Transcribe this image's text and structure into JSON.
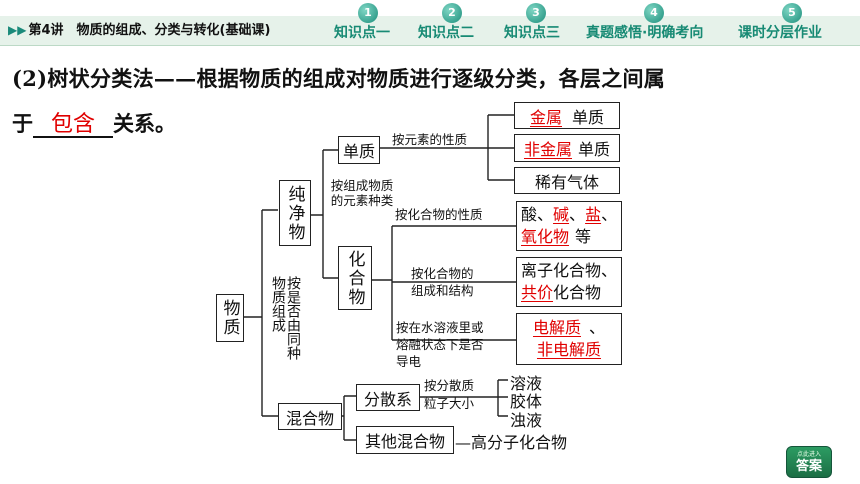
{
  "header": {
    "lesson_title": "第4讲　物质的组成、分类与转化(基础课)",
    "nav": [
      {
        "num": "1",
        "label": "知识点一"
      },
      {
        "num": "2",
        "label": "知识点二"
      },
      {
        "num": "3",
        "label": "知识点三"
      },
      {
        "num": "4",
        "label": "真题感悟·明确考向"
      },
      {
        "num": "5",
        "label": "课时分层作业"
      }
    ]
  },
  "intro": {
    "line1": "(2)树状分类法——根据物质的组成对物质进行逐级分类，各层之间属",
    "line2_prefix": "于",
    "line2_answer": "包含",
    "line2_suffix": "关系。"
  },
  "tree": {
    "root": "物质",
    "root_criterion": "按是否由同种物质组成",
    "pure": "纯净物",
    "pure_criterion": "按组成物质的元素种类",
    "element": "单质",
    "element_criterion": "按元素的性质",
    "metal": "金属",
    "metal_suffix": "单质",
    "nonmetal": "非金属",
    "nonmetal_suffix": "单质",
    "noble_gas": "稀有气体",
    "compound": "化合物",
    "criterion_property": "按化合物的性质",
    "acid": "酸",
    "base": "碱",
    "salt": "盐",
    "oxide": "氧化物",
    "sep": "、",
    "etc": "等",
    "criterion_structure_l1": "按化合物的",
    "criterion_structure_l2": "组成和结构",
    "ionic": "离子化合物、",
    "covalent": "共价",
    "covalent_suffix": "化合物",
    "criterion_electrolyte_l1": "按在水溶液里或",
    "criterion_electrolyte_l2": "熔融状态下是否",
    "criterion_electrolyte_l3": "导电",
    "electrolyte": "电解质",
    "nonelectrolyte": "非电解质",
    "mixture": "混合物",
    "dispersion": "分散系",
    "dispersion_criterion_l1": "按分散质",
    "dispersion_criterion_l2": "粒子大小",
    "solution": "溶液",
    "colloid": "胶体",
    "suspension": "浊液",
    "other_mixture": "其他混合物",
    "polymer": "—高分子化合物"
  },
  "answer_button": {
    "small": "点此进入",
    "big": "答案"
  }
}
